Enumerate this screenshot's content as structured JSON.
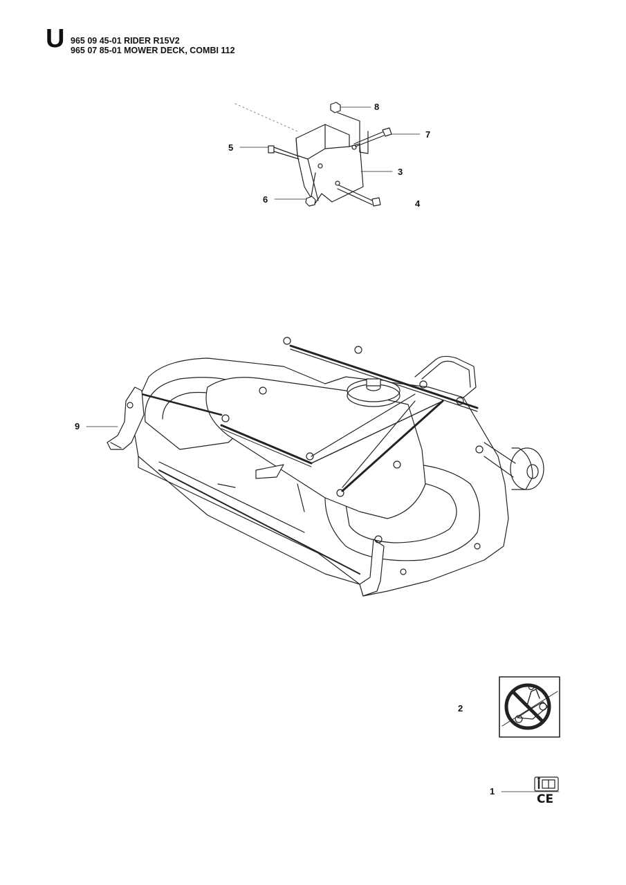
{
  "header": {
    "section_letter": "U",
    "line_1": "965 09 45-01 RIDER R15V2",
    "line_2": "965 07 85-01 MOWER DECK, COMBI 112"
  },
  "callouts": [
    {
      "id": "item-8",
      "label": "8"
    },
    {
      "id": "item-7",
      "label": "7"
    },
    {
      "id": "item-5",
      "label": "5"
    },
    {
      "id": "item-3",
      "label": "3"
    },
    {
      "id": "item-6",
      "label": "6"
    },
    {
      "id": "item-4",
      "label": "4"
    },
    {
      "id": "item-9",
      "label": "9"
    },
    {
      "id": "item-2",
      "label": "2"
    },
    {
      "id": "item-1",
      "label": "1"
    }
  ],
  "icons": {
    "warning_decal": "no-riding-on-slope-icon",
    "manual_icon": "operator-manual-icon",
    "ce_mark": "ce-mark"
  },
  "decal_text": {
    "ce": "CE"
  }
}
